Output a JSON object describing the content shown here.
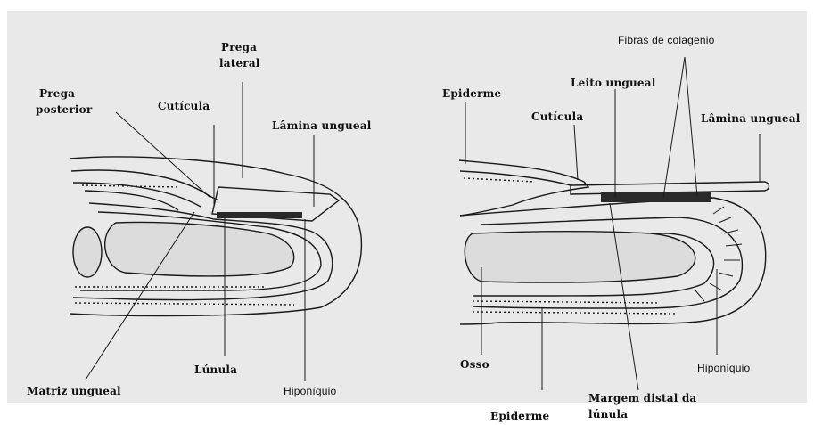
{
  "colors": {
    "background": "#e9e9e9",
    "outline": "#1a1a1a",
    "bone_fill": "#dcdcdc",
    "nail_bed_band": "#2a2a2a"
  },
  "left_figure": {
    "labels": {
      "prega_lateral_line1": "Prega",
      "prega_lateral_line2": "lateral",
      "prega_posterior_line1": "Prega",
      "prega_posterior_line2": "posterior",
      "cuticula": "Cutícula",
      "lamina_ungueal": "Lâmina ungueal",
      "matriz_ungueal": "Matriz ungueal",
      "lunula": "Lúnula",
      "hiponiquio": "Hiponíquio"
    }
  },
  "right_figure": {
    "labels": {
      "fibras_de_colagenio": "Fibras de colagenio",
      "epiderme_top": "Epiderme",
      "leito_ungueal": "Leito ungueal",
      "cuticula": "Cutícula",
      "lamina_ungueal": "Lâmina ungueal",
      "osso": "Osso",
      "hiponiquio": "Hiponíquio",
      "epiderme_bottom": "Epiderme",
      "margem_distal_line1": "Margem distal da",
      "margem_distal_line2": "lúnula"
    }
  }
}
